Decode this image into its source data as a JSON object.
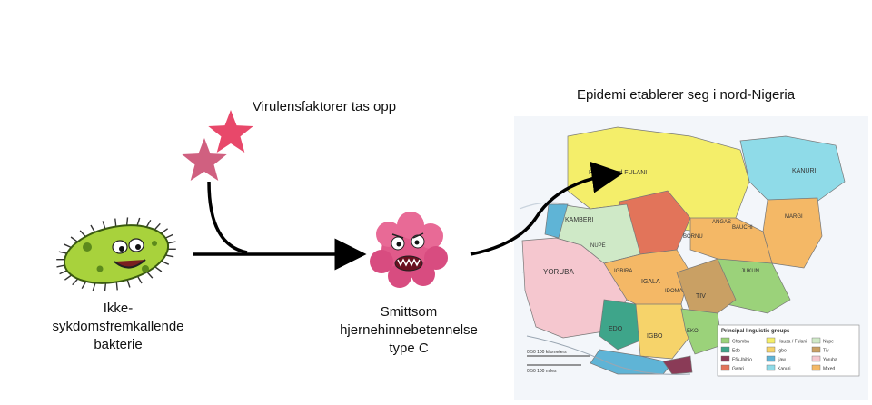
{
  "steps": {
    "virulence_label": "Virulensfaktorer tas opp",
    "epidemic_label": "Epidemi etablerer seg i nord-Nigeria",
    "bacterium_label_lines": [
      "Ikke-",
      "sykdomsfremkallende",
      "bakterie"
    ],
    "meningitis_label_lines": [
      "Smittsom",
      "hjernehinnebetennelse",
      "type C"
    ]
  },
  "map": {
    "region_labels": [
      "HAUSA and FULANI",
      "KANURI",
      "KAMBERI",
      "NUPE",
      "BORNU",
      "BAUCHI",
      "JUKUN",
      "YORUBA",
      "IGALA",
      "IDOMA",
      "TIV",
      "EDO",
      "IGBO",
      "EKOI",
      "ANGAS",
      "IGBIRA",
      "MARGI"
    ],
    "legend_title": "Principal linguistic groups",
    "legend_items": [
      {
        "label": "Chamba",
        "color": "#9bd27a"
      },
      {
        "label": "Hausa / Fulani",
        "color": "#f4ee6a"
      },
      {
        "label": "Nupe",
        "color": "#cfe9c7"
      },
      {
        "label": "Edo",
        "color": "#3ea58a"
      },
      {
        "label": "Igbo",
        "color": "#f6d36a"
      },
      {
        "label": "Tiv",
        "color": "#c9a064"
      },
      {
        "label": "Efik-Ibibio",
        "color": "#8a3b57"
      },
      {
        "label": "Ijaw",
        "color": "#5fb4d6"
      },
      {
        "label": "Yoruba",
        "color": "#f5c7cf"
      },
      {
        "label": "Gwari",
        "color": "#e2745a"
      },
      {
        "label": "Kanuri",
        "color": "#8fdbe8"
      },
      {
        "label": "Mixed",
        "color": "#f4b866"
      }
    ],
    "scale_km": "0 50 100 kilometers",
    "scale_mi": "0 50 100 miles"
  },
  "colors": {
    "star_main": "#e8486a",
    "star_back": "#d06080",
    "bacterium_body": "#a8d23c",
    "virus_body": "#e05a8a",
    "arrow": "#000000"
  }
}
